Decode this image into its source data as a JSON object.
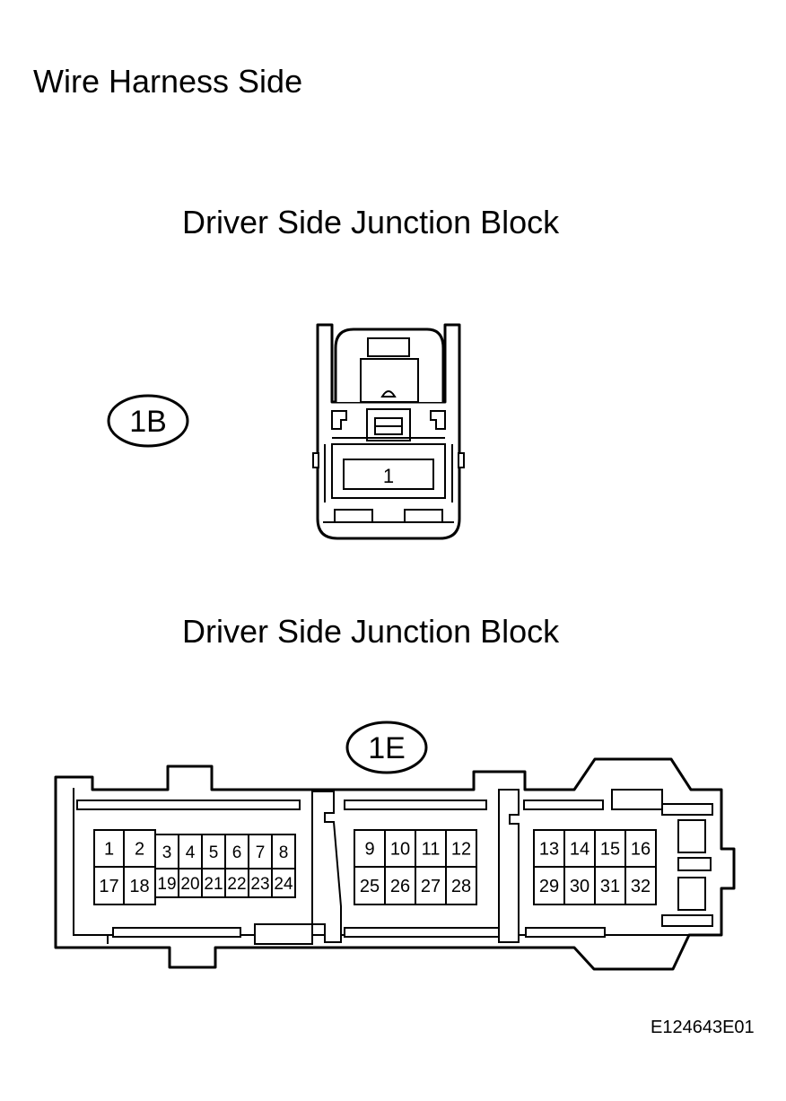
{
  "page_title": "Wire Harness Side",
  "figure_id": "E124643E01",
  "connectors": [
    {
      "heading": "Driver Side Junction Block",
      "code": "1B",
      "pins": [
        "1"
      ]
    },
    {
      "heading": "Driver Side Junction Block",
      "code": "1E",
      "pins": [
        "1",
        "2",
        "3",
        "4",
        "5",
        "6",
        "7",
        "8",
        "9",
        "10",
        "11",
        "12",
        "13",
        "14",
        "15",
        "16",
        "17",
        "18",
        "19",
        "20",
        "21",
        "22",
        "23",
        "24",
        "25",
        "26",
        "27",
        "28",
        "29",
        "30",
        "31",
        "32"
      ]
    }
  ]
}
